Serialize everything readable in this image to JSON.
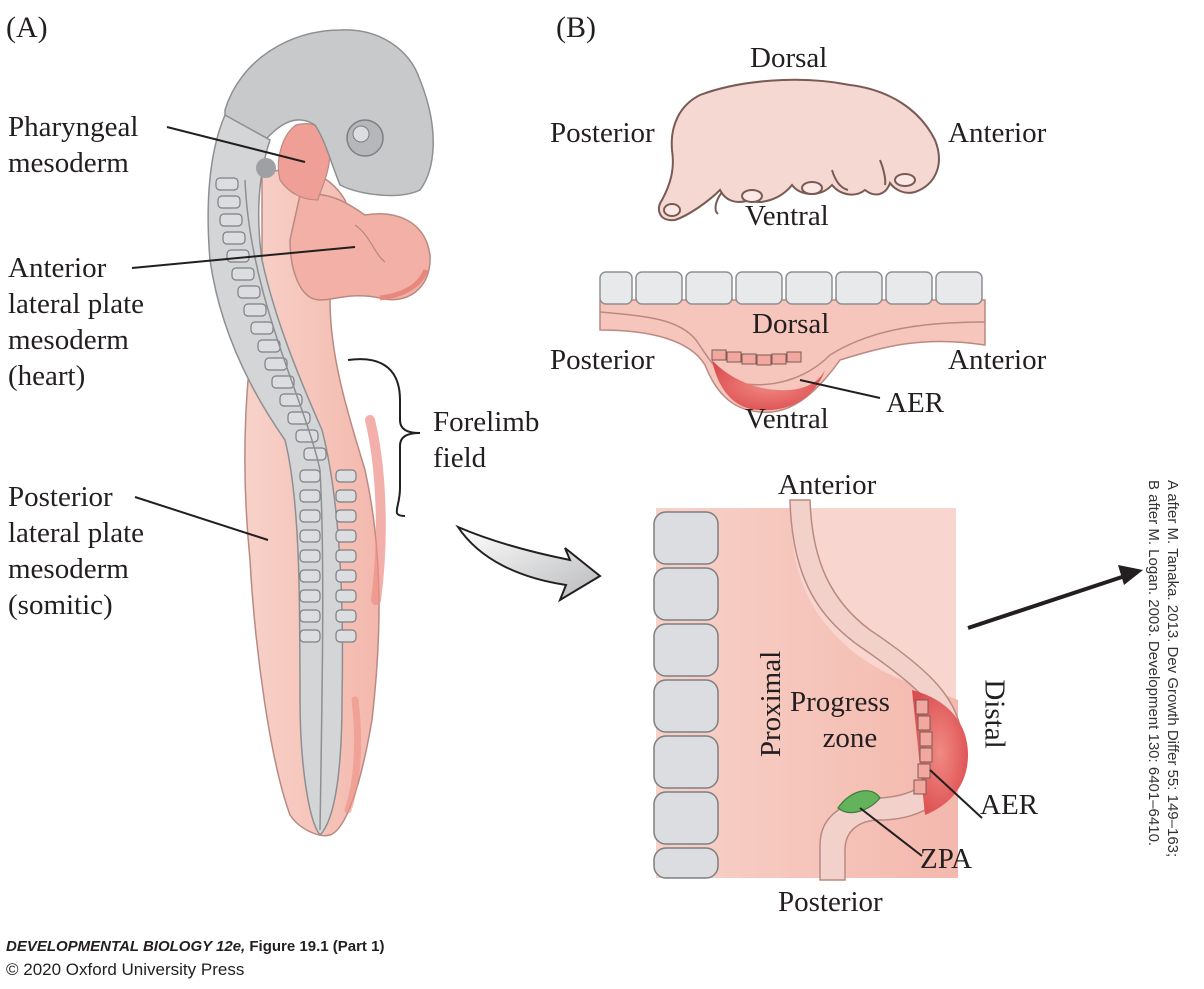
{
  "panels": {
    "a": "(A)",
    "b": "(B)"
  },
  "panel_a": {
    "pharyngeal": [
      "Pharyngeal",
      "mesoderm"
    ],
    "anterior_lpm": [
      "Anterior",
      "lateral plate",
      "mesoderm",
      "(heart)"
    ],
    "posterior_lpm": [
      "Posterior",
      "lateral plate",
      "mesoderm",
      "(somitic)"
    ],
    "forelimb": [
      "Forelimb",
      "field"
    ]
  },
  "panel_b": {
    "hand": {
      "dorsal": "Dorsal",
      "ventral": "Ventral",
      "posterior": "Posterior",
      "anterior": "Anterior"
    },
    "section": {
      "dorsal": "Dorsal",
      "ventral": "Ventral",
      "posterior": "Posterior",
      "anterior": "Anterior",
      "aer": "AER"
    },
    "bud": {
      "anterior": "Anterior",
      "posterior": "Posterior",
      "proximal": "Proximal",
      "distal": "Distal",
      "progress_zone": [
        "Progress",
        "zone"
      ],
      "aer": "AER",
      "zpa": "ZPA"
    }
  },
  "footer": {
    "book": "DEVELOPMENTAL BIOLOGY 12e,",
    "figure": "Figure 19.1 (Part 1)",
    "copyright": "© 2020 Oxford University Press"
  },
  "source_credit": [
    "A after M. Tanaka. 2013. Dev Growth Differ 55: 149–163;",
    "B after M. Logan. 2003. Development 130: 6401–6410."
  ],
  "colors": {
    "embryo_gray": "#c8c9cb",
    "mesoderm_pink": "#f6c5bb",
    "mesoderm_deep": "#ee8f86",
    "aer_red": "#e35d5d",
    "zpa_green": "#62b35c",
    "somite": "#dcdddf"
  }
}
